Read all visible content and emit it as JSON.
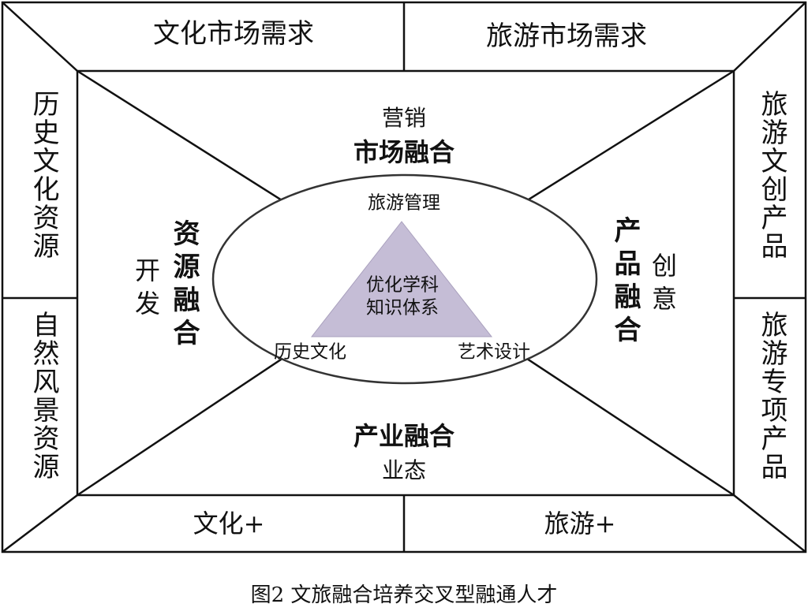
{
  "top": {
    "left": "文化市场需求",
    "right": "旅游市场需求"
  },
  "left": {
    "top": "历史文化资源",
    "bottom": "自然风景资源"
  },
  "right": {
    "top": "旅游文创产品",
    "bottom": "旅游专项产品"
  },
  "bottom": {
    "left": "文化+",
    "right": "旅游+"
  },
  "market": {
    "sub": "营销",
    "title": "市场融合"
  },
  "resource": {
    "sub": "开发",
    "title": "资源融合"
  },
  "product": {
    "sub": "创意",
    "title": "产品融合"
  },
  "industry": {
    "title": "产业融合",
    "sub": "业态"
  },
  "core": {
    "top": "旅游管理",
    "bottom_left": "历史文化",
    "bottom_right": "艺术设计",
    "center_line1": "优化学科",
    "center_line2": "知识体系"
  },
  "caption": "图2 文旅融合培养交叉型融通人才",
  "colors": {
    "triangle": "#c5bdd6",
    "line": "#111111"
  }
}
